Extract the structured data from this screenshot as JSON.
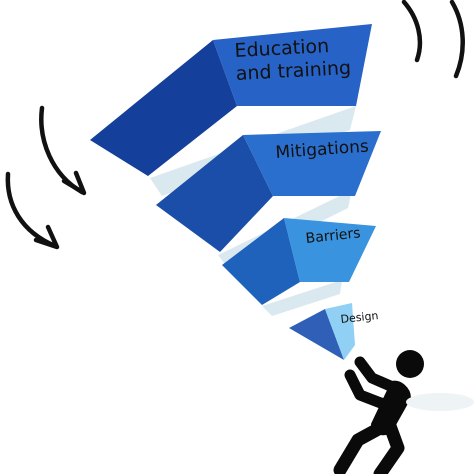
{
  "tiers": [
    {
      "label": "Education and training",
      "color": "#1f4fb2"
    },
    {
      "label": "Mitigations",
      "color": "#1f5fc0"
    },
    {
      "label": "Barriers",
      "color": "#2a7fd4"
    },
    {
      "label": "Design",
      "color": "#7fc4f0"
    }
  ],
  "colors": {
    "shadow": "#d9e9ef",
    "outline": "#111111",
    "figure": "#0a0a0a"
  }
}
